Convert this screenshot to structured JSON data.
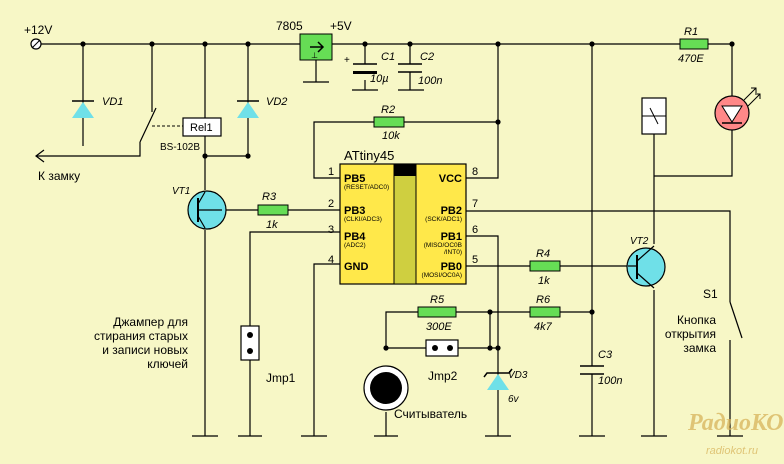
{
  "colors": {
    "background": "#f7f7c6",
    "component": "#6fe0e8",
    "resistor": "#66dd55",
    "chip": "#ffe84a",
    "chip_window": "#cfcf40",
    "led": "#ff8888",
    "watermark": "#d7b35a"
  },
  "supply": {
    "v12": "+12V",
    "v5": "+5V",
    "regulator": "7805"
  },
  "lock_label": "К замку",
  "relay": {
    "ref": "Rel1",
    "model": "BS-102B"
  },
  "diodes": {
    "vd1": "VD1",
    "vd2": "VD2",
    "vd3": "VD3",
    "vd3_value": "6v"
  },
  "transistors": {
    "vt1": "VT1",
    "vt2": "VT2"
  },
  "capacitors": {
    "c1": {
      "ref": "C1",
      "value": "10µ",
      "plus": "+"
    },
    "c2": {
      "ref": "C2",
      "value": "100n"
    },
    "c3": {
      "ref": "C3",
      "value": "100n"
    }
  },
  "resistors": {
    "r1": {
      "ref": "R1",
      "value": "470E"
    },
    "r2": {
      "ref": "R2",
      "value": "10k"
    },
    "r3": {
      "ref": "R3",
      "value": "1k"
    },
    "r4": {
      "ref": "R4",
      "value": "1k"
    },
    "r5": {
      "ref": "R5",
      "value": "300E"
    },
    "r6": {
      "ref": "R6",
      "value": "4k7"
    }
  },
  "mcu": {
    "name": "ATtiny45",
    "pins": [
      {
        "num": "1",
        "name": "PB5",
        "sub": "(RESET/ADC0)"
      },
      {
        "num": "2",
        "name": "PB3",
        "sub": "(CLKI/ADC3)"
      },
      {
        "num": "3",
        "name": "PB4",
        "sub": "(ADC2)"
      },
      {
        "num": "4",
        "name": "GND",
        "sub": ""
      },
      {
        "num": "8",
        "name": "VCC",
        "sub": ""
      },
      {
        "num": "7",
        "name": "PB2",
        "sub": "(SCK/ADC1)"
      },
      {
        "num": "6",
        "name": "PB1",
        "sub": "(MISO/OC0B\n/INT0)"
      },
      {
        "num": "5",
        "name": "PB0",
        "sub": "(MOSI/OC0A)"
      }
    ]
  },
  "jumpers": {
    "jmp1": "Jmp1",
    "jmp2": "Jmp2"
  },
  "jumper_note": [
    "Джампер для",
    "стирания старых",
    "и записи новых",
    "ключей"
  ],
  "reader_label": "Считыватель",
  "switch": {
    "ref": "S1",
    "note": [
      "Кнопка",
      "открытия",
      "замка"
    ]
  },
  "watermark": {
    "logo": "РадиоКОТ",
    "url": "radiokot.ru"
  }
}
